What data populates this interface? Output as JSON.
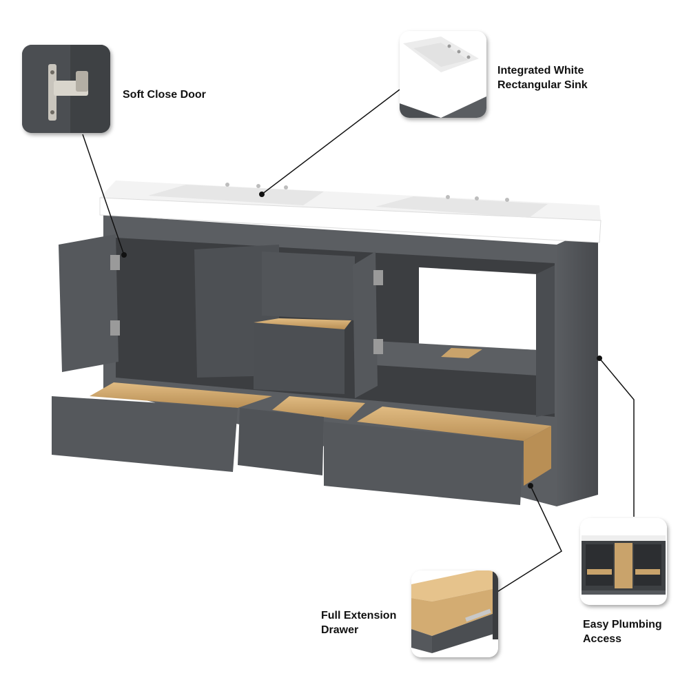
{
  "callouts": {
    "soft_close_door": {
      "line1": "Soft Close Door",
      "icon": "hinge"
    },
    "integrated_sink": {
      "line1": "Integrated White",
      "line2": "Rectangular Sink",
      "icon": "sink"
    },
    "full_extension_drawer": {
      "line1": "Full Extension",
      "line2": "Drawer",
      "icon": "drawer-slide"
    },
    "easy_plumbing": {
      "line1": "Easy Plumbing",
      "line2": "Access",
      "icon": "open-back-vanity"
    }
  },
  "colors": {
    "cabinet_gray": "#4f5256",
    "cabinet_dark": "#3a3c3f",
    "drawer_wood": "#c9a36b",
    "countertop_white": "#f6f6f6",
    "label_text": "#111111"
  }
}
